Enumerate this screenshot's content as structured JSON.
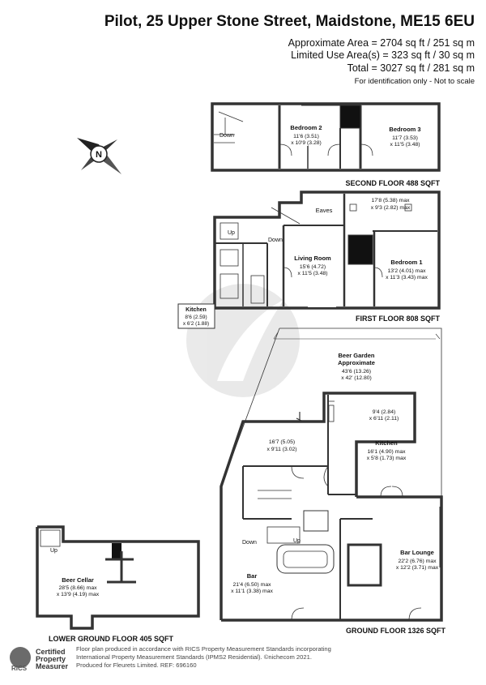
{
  "header": {
    "title": "Pilot, 25 Upper Stone Street, Maidstone, ME15 6EU",
    "area_line1": "Approximate Area = 2704 sq ft / 251 sq m",
    "area_line2": "Limited Use Area(s) = 323 sq ft / 30 sq m",
    "area_line3": "Total = 3027 sq ft / 281 sq m",
    "disclaimer": "For identification only - Not to scale"
  },
  "floors": {
    "second": {
      "label": "SECOND FLOOR 488 SQFT"
    },
    "first": {
      "label": "FIRST FLOOR 808 SQFT"
    },
    "ground": {
      "label": "GROUND FLOOR 1326 SQFT"
    },
    "lower": {
      "label": "LOWER GROUND FLOOR 405 SQFT"
    }
  },
  "rooms": {
    "bedroom2": {
      "name": "Bedroom 2",
      "d1": "11'6 (3.51)",
      "d2": "x 10'9 (3.28)"
    },
    "bedroom3": {
      "name": "Bedroom 3",
      "d1": "11'7 (3.53)",
      "d2": "x 11'5 (3.48)"
    },
    "eaves": {
      "name": "Eaves"
    },
    "eaves_dims": {
      "d1": "17'8 (5.38) max",
      "d2": "x 9'3 (2.82) max"
    },
    "living": {
      "name": "Living Room",
      "d1": "15'6 (4.72)",
      "d2": "x 11'5 (3.48)"
    },
    "bedroom1": {
      "name": "Bedroom 1",
      "d1": "13'2 (4.01) max",
      "d2": "x 11'3 (3.43) max"
    },
    "kitchen_first": {
      "name": "Kitchen",
      "d1": "8'6 (2.59)",
      "d2": "x 6'2 (1.88)"
    },
    "beer_garden": {
      "name": "Beer Garden",
      "name2": "Approximate",
      "d1": "43'6 (13.26)",
      "d2": "x 42' (12.80)"
    },
    "store": {
      "d1": "9'4 (2.84)",
      "d2": "x 6'11 (2.11)"
    },
    "kitchen_ground": {
      "name": "Kitchen",
      "d1": "16'1 (4.90) max",
      "d2": "x 5'8 (1.73) max"
    },
    "middle_room": {
      "d1": "16'7 (5.05)",
      "d2": "x 9'11 (3.02)"
    },
    "bar_lounge": {
      "name": "Bar Lounge",
      "d1": "22'2 (6.76) max",
      "d2": "x 12'2 (3.71) max"
    },
    "bar": {
      "name": "Bar",
      "d1": "21'4 (6.50) max",
      "d2": "x 11'1 (3.38) max"
    },
    "beer_cellar": {
      "name": "Beer Cellar",
      "d1": "28'5 (8.66) max",
      "d2": "x 13'9 (4.19) max"
    }
  },
  "labels": {
    "down": "Down",
    "up": "Up"
  },
  "compass": {
    "letter": "N"
  },
  "footer": {
    "rics_mark": "RICS",
    "cert_line1": "Certified",
    "cert_line2": "Property",
    "cert_line3": "Measurer",
    "line1": "Floor plan produced in accordance with RICS Property Measurement Standards incorporating",
    "line2": "International Property Measurement Standards (IPMS2 Residential).  ©nichecom 2021.",
    "line3": "Produced for Fleurets Limited.   REF:  696160"
  }
}
